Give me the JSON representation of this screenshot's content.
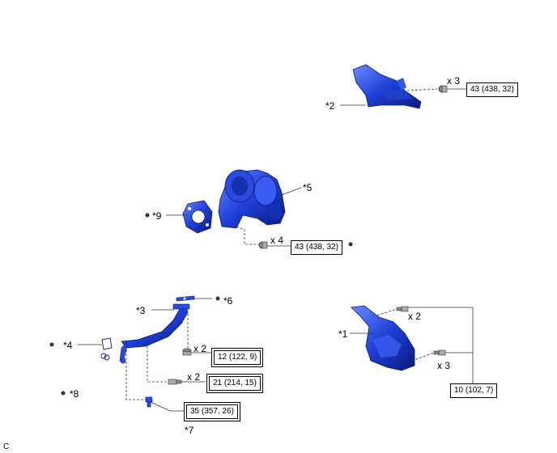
{
  "callouts": {
    "c1": "*1",
    "c2": "*2",
    "c3": "*3",
    "c4": "*4",
    "c5": "*5",
    "c6": "*6",
    "c7": "*7",
    "c8": "*8",
    "c9": "*9"
  },
  "quantities": {
    "q_heat_insulator": "x 3",
    "q_turbo_nut": "x 4",
    "q_pipe_nut": "x 2",
    "q_pipe_bolt": "x 2",
    "q_cover_bolt_upper": "x 2",
    "q_cover_bolt_lower": "x 3"
  },
  "torques": {
    "t_heat_insulator": "43 (438, 32)",
    "t_turbo": "43 (438, 32)",
    "t_pipe_nut": "12 (122, 9)",
    "t_pipe_bolt": "21 (214, 15)",
    "t_union_bolt": "35 (357, 26)",
    "t_cover": "10 (102, 7)"
  },
  "corner_label": "C",
  "colors": {
    "part": "#1f3fd8",
    "part_dark": "#0c1f8a",
    "part_light": "#5a7cff",
    "line": "#333333"
  }
}
